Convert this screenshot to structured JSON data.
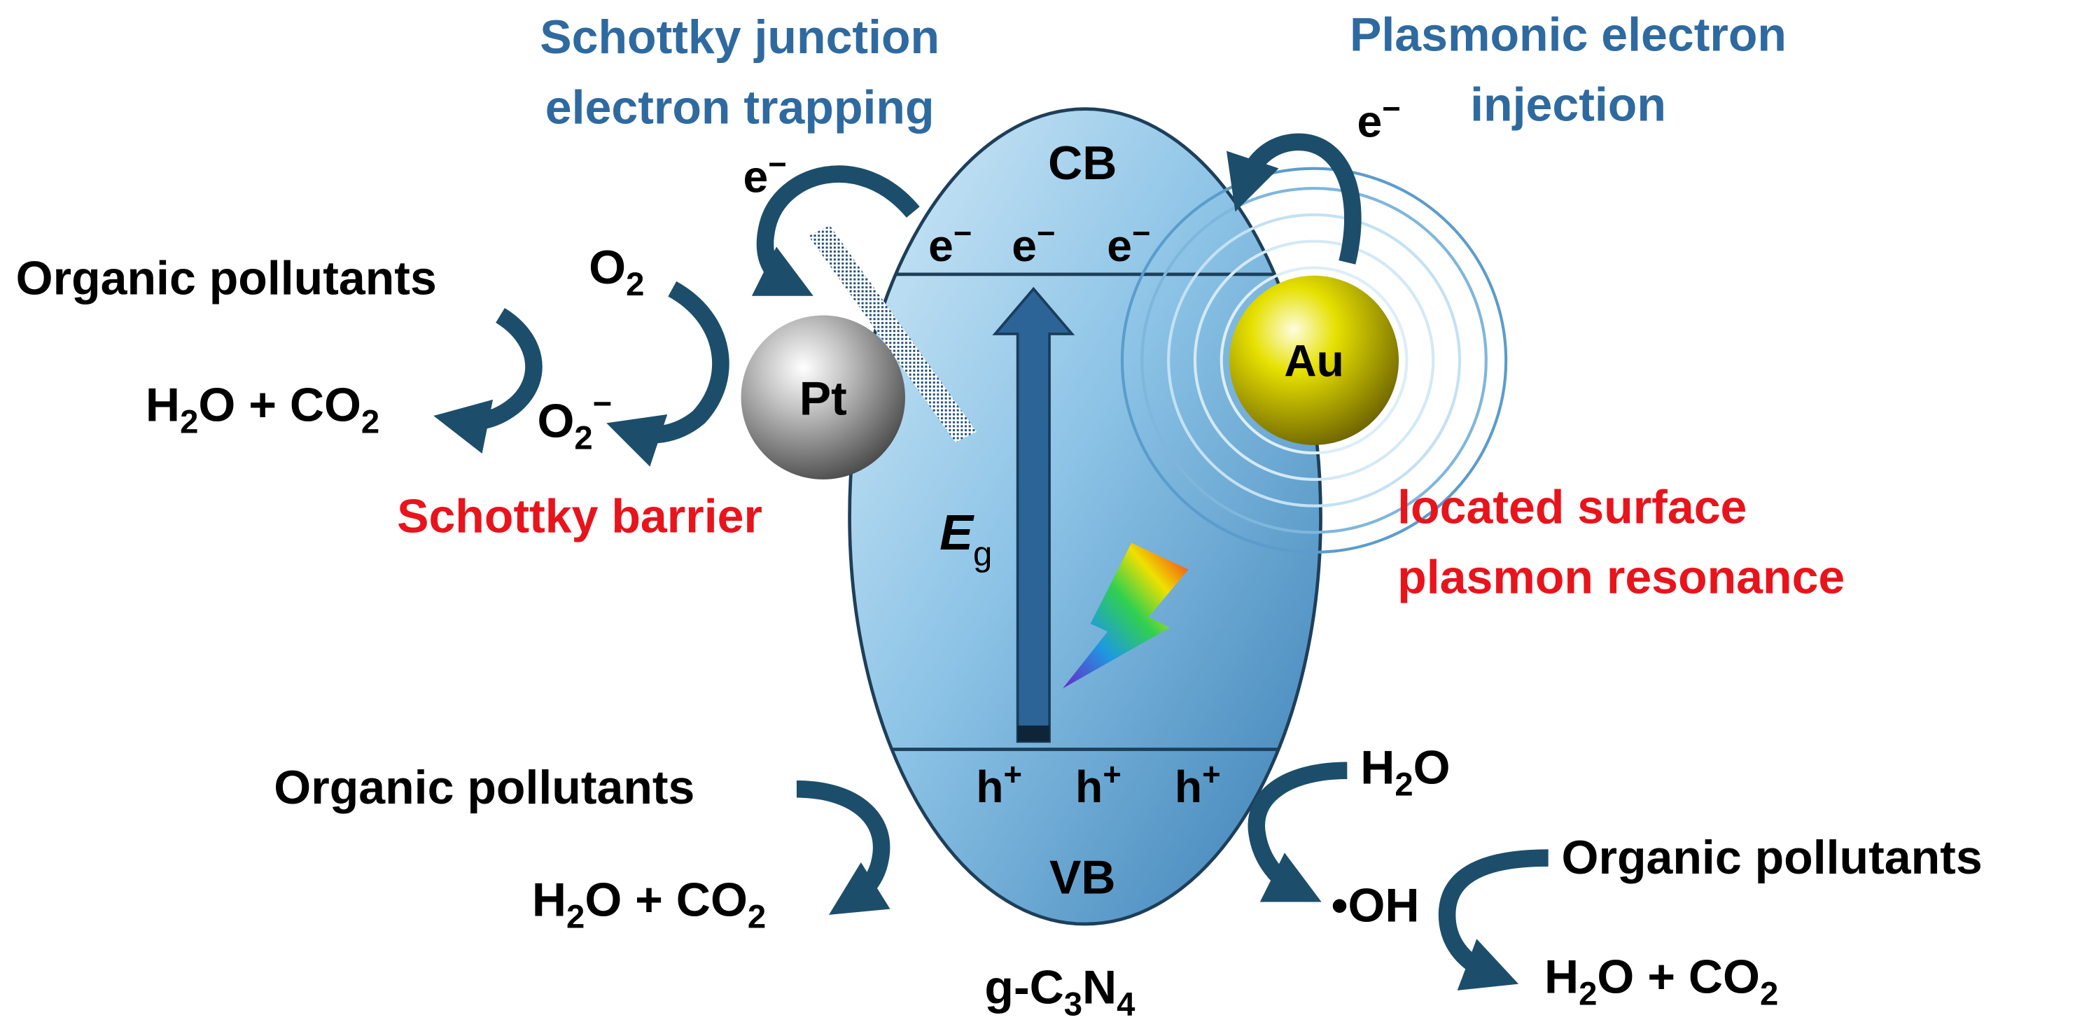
{
  "colors": {
    "heading_blue": "#2e6aa0",
    "label_red": "#e8141c",
    "arrow_teal": "#1c4e6b",
    "ellipse_light": "#d4ebf8",
    "ellipse_dark": "#3a7fb5",
    "pt_sphere": "#8c8c8c",
    "au_sphere": "#d8d000",
    "bandgap_arrow": "#2c6497"
  },
  "headings": {
    "schottky_line1": "Schottky junction",
    "schottky_line2": "electron trapping",
    "plasmonic_line1": "Plasmonic electron",
    "plasmonic_line2": "injection"
  },
  "red_labels": {
    "schottky_barrier": "Schottky barrier",
    "lspr_line1": "located surface",
    "lspr_line2": "plasmon resonance"
  },
  "semiconductor": {
    "cb": "CB",
    "vb": "VB",
    "eg_symbol": "E",
    "eg_sub": "g",
    "name_prefix": "g-C",
    "name_sub1": "3",
    "name_mid": "N",
    "name_sub2": "4",
    "electron_label": "e",
    "electron_sup": "−",
    "hole_label": "h",
    "hole_sup": "+"
  },
  "particles": {
    "pt": "Pt",
    "au": "Au"
  },
  "reactions": {
    "organic_pollutants": "Organic pollutants",
    "h2o_co2_part1": "H",
    "h2o_co2_sub": "2",
    "h2o_co2_part2": "O + CO",
    "h2o_co2_sub2": "2",
    "o2": "O",
    "o2_sub": "2",
    "superoxide": "O",
    "superoxide_sub": "2",
    "superoxide_sup": "−",
    "water": "H",
    "water_sub": "2",
    "water_tail": "O",
    "hydroxyl": "•OH"
  },
  "icons": [
    "curved-arrow-icon",
    "lightning-bolt-icon",
    "plasmon-wave-icon",
    "bandgap-arrow-icon"
  ]
}
